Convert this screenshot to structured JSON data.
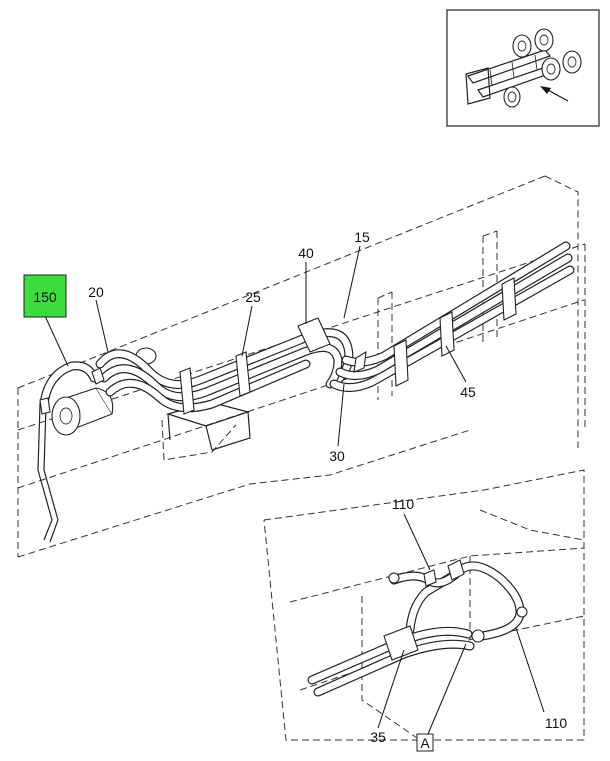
{
  "diagram": {
    "callouts": {
      "c150": "150",
      "c20": "20",
      "c25": "25",
      "c40": "40",
      "c15": "15",
      "c45": "45",
      "c30": "30",
      "c110_top": "110",
      "c110_bottom": "110",
      "c35": "35",
      "detail_a": "A"
    },
    "colors": {
      "highlight": "#3ddc3d"
    }
  }
}
